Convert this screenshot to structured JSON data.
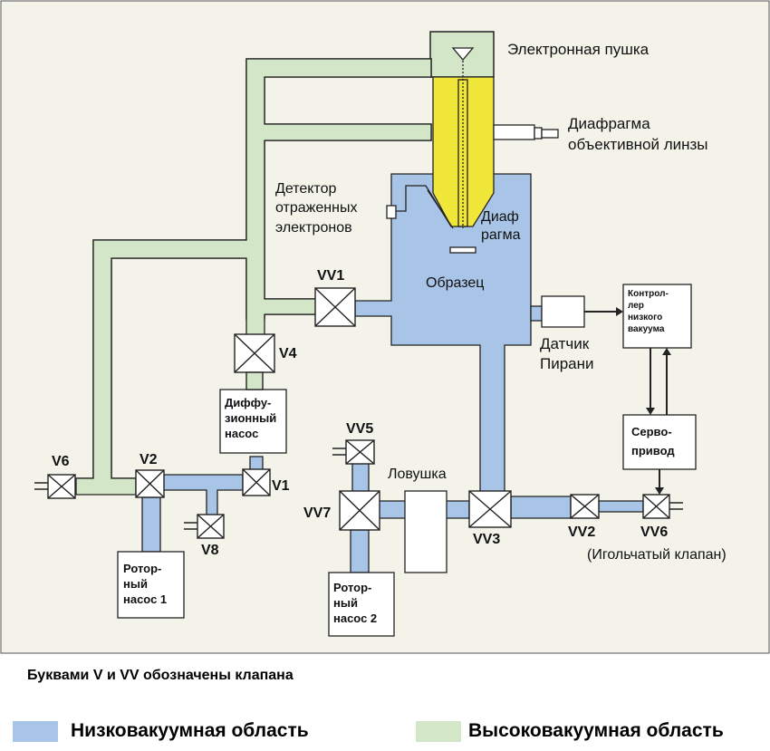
{
  "colors": {
    "background": "#f3f3ea",
    "low_vacuum": "#a8c4e6",
    "high_vacuum": "#d3e6c7",
    "gun_yellow": "#f1e63a",
    "outline": "#222222"
  },
  "labels": {
    "electron_gun": "Электронная пушка",
    "objective_aperture_1": "Диафрагма",
    "objective_aperture_2": "объективной линзы",
    "bse_detector_1": "Детектор",
    "bse_detector_2": "отраженных",
    "bse_detector_3": "электронов",
    "aperture_1": "Диаф",
    "aperture_2": "рагма",
    "specimen": "Образец",
    "pirani_1": "Датчик",
    "pirani_2": "Пирани",
    "trap": "Ловушка",
    "needle_valve": "(Игольчатый клапан)"
  },
  "boxes": {
    "diffusion_pump": "Диффу-\nзионный\nнасос",
    "rotary_pump_1": "Ротор-\nный\nнасос 1",
    "rotary_pump_2": "Ротор-\nный\nнасос 2",
    "low_vacuum_controller": "Контрол-\nлер\nнизкого\nвакуума",
    "servo": "Серво-\nпривод"
  },
  "valves": {
    "VV1": "VV1",
    "V4": "V4",
    "V6": "V6",
    "V2": "V2",
    "V1": "V1",
    "V8": "V8",
    "VV5": "VV5",
    "VV7": "VV7",
    "VV3": "VV3",
    "VV2": "VV2",
    "VV6": "VV6"
  },
  "footer": {
    "note": "Буквами V и VV обозначены клапана",
    "legend_low": "Низковакуумная область",
    "legend_high": "Высоковакуумная область"
  }
}
